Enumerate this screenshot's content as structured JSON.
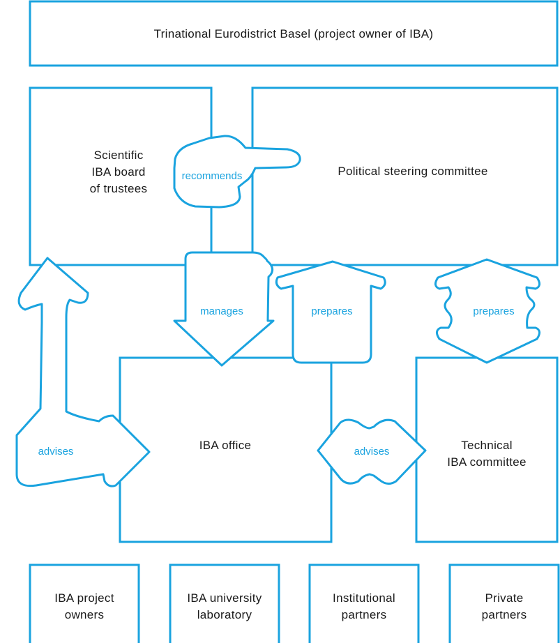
{
  "boxes": {
    "eurodistrict": "Trinational Eurodistrict Basel (project owner of IBA)",
    "scientific_board": [
      "Scientific",
      "IBA board",
      "of trustees"
    ],
    "political_committee": "Political steering committee",
    "iba_office": "IBA office",
    "technical_committee": [
      "Technical",
      "IBA committee"
    ],
    "project_owners": [
      "IBA project",
      "owners"
    ],
    "university_lab": [
      "IBA university",
      "laboratory"
    ],
    "institutional_partners": [
      "Institutional",
      "partners"
    ],
    "private_partners": [
      "Private",
      "partners"
    ]
  },
  "arrows": {
    "recommends": "recommends",
    "manages": "manages",
    "prepares_office": "prepares",
    "prepares_technical": "prepares",
    "advises_left": "advises",
    "advises_right": "advises"
  },
  "colors": {
    "stroke": "#1aa3df",
    "arrow_text": "#1aa3df",
    "box_text": "#1a1a1a",
    "background": "#ffffff"
  }
}
